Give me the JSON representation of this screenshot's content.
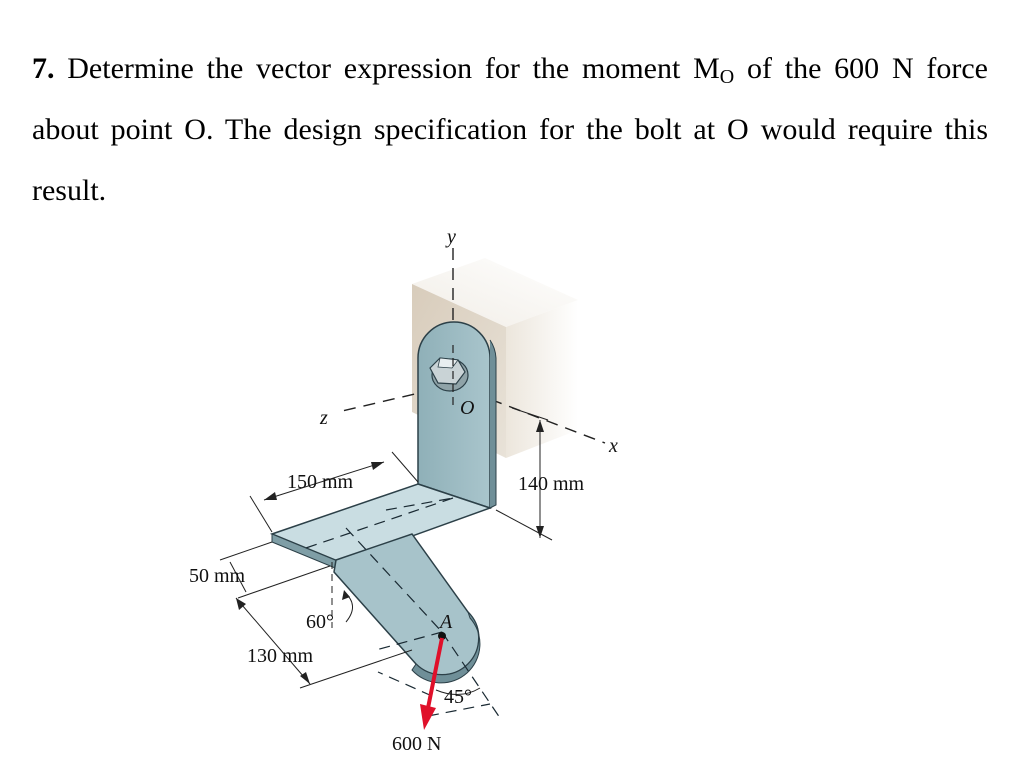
{
  "problem": {
    "number": "7.",
    "text_before": " Determine the vector expression for the moment M",
    "subscript": "O",
    "text_after": " of the 600 N force about point O. The design specification for the bolt at O would require this result."
  },
  "figure": {
    "axis_x": "x",
    "axis_y": "y",
    "axis_z": "z",
    "point_o": "O",
    "point_a": "A",
    "dim_150": "150 mm",
    "dim_140": "140 mm",
    "dim_50": "50 mm",
    "dim_130": "130 mm",
    "angle_60": "60°",
    "angle_45": "45°",
    "force_label": "600 N",
    "colors": {
      "bracket": "#9fbcc4",
      "bracket_light": "#c7dce1",
      "bracket_edge": "#2c4048",
      "wall": "#d9cfc0",
      "force": "#e0102a"
    }
  }
}
